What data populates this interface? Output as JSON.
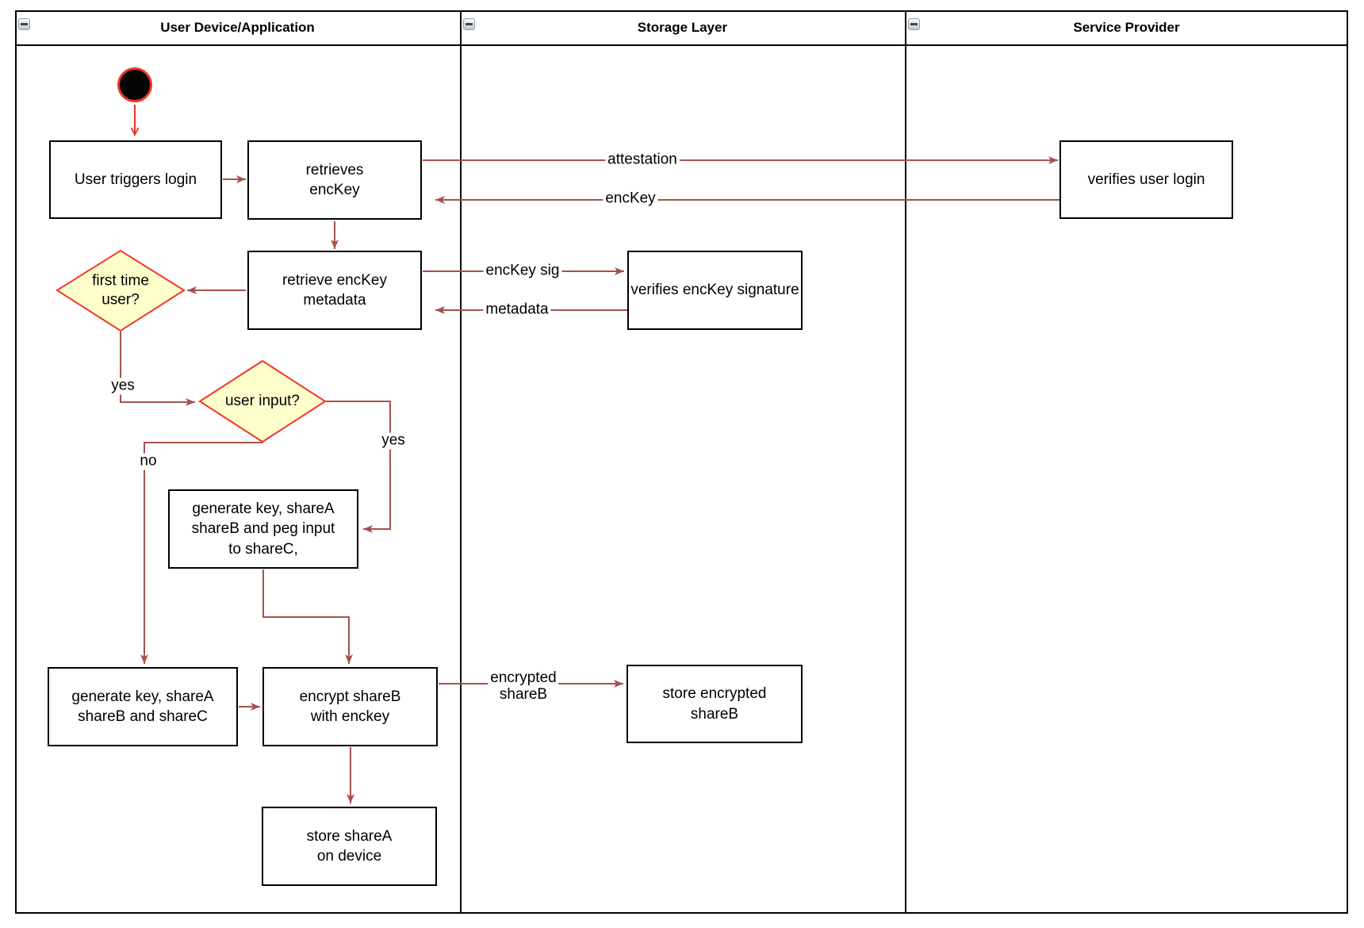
{
  "diagram": {
    "lanes": [
      {
        "title": "User Device/Application"
      },
      {
        "title": "Storage Layer"
      },
      {
        "title": "Service Provider"
      }
    ],
    "nodes": {
      "user_triggers_login": "User triggers login",
      "retrieves_enckey": "retrieves\nencKey",
      "retrieve_enckey_metadata": "retrieve encKey\nmetadata",
      "verifies_user_login": "verifies user login",
      "verifies_enckey_signature": "verifies encKey signature",
      "first_time_user": "first time\nuser?",
      "user_input": "user input?",
      "generate_key_peg": "generate key, shareA\nshareB and peg input\nto shareC,",
      "generate_key_abc": "generate key, shareA\nshareB and shareC",
      "encrypt_shareb": "encrypt shareB\nwith enckey",
      "store_encrypted_shareb": "store encrypted\nshareB",
      "store_sharea": "store shareA\non device"
    },
    "edge_labels": {
      "attestation": "attestation",
      "enckey": "encKey",
      "enckey_sig": "encKey sig",
      "metadata": "metadata",
      "yes_first_time": "yes",
      "yes_user_input": "yes",
      "no_user_input": "no",
      "encrypted_shareb": "encrypted\nshareB"
    },
    "colors": {
      "connector": "#a5524b",
      "start_accent": "#ee3224",
      "decision_fill": "#ffffcc",
      "decision_stroke": "#f5352a",
      "frame": "#000000"
    }
  }
}
